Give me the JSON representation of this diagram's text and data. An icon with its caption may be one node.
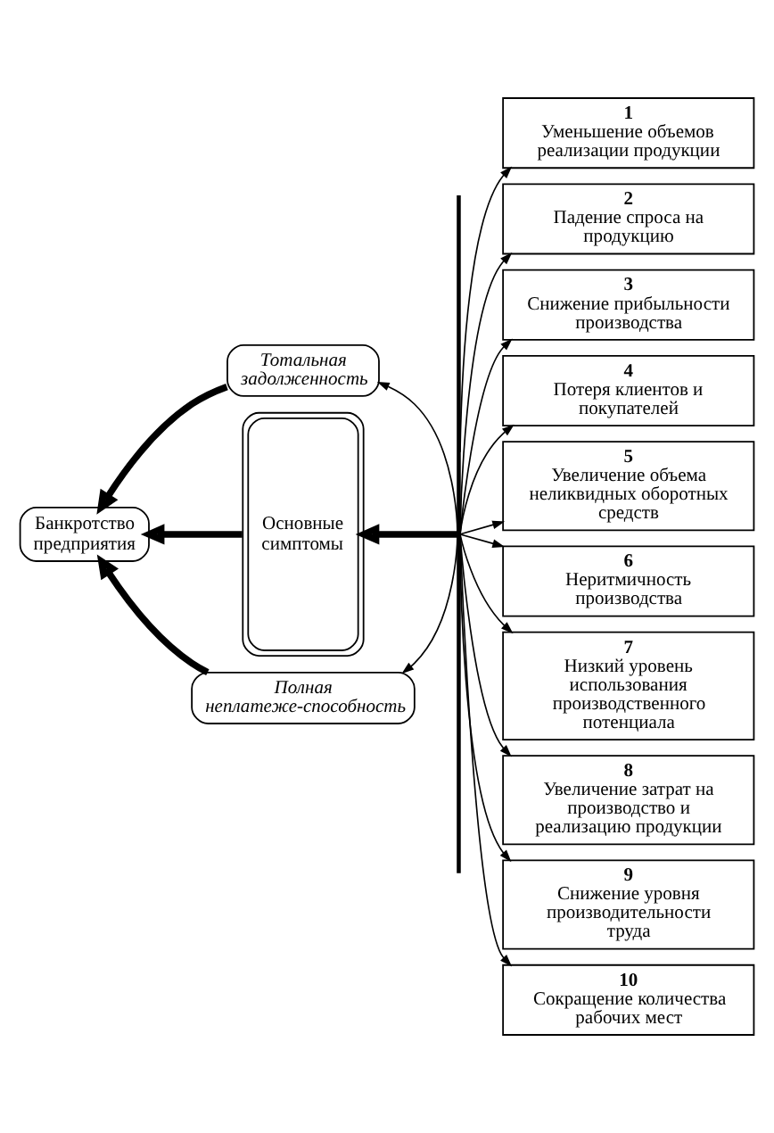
{
  "diagram": {
    "nodes": [
      {
        "text": [
          "Тотальная задолженность"
        ]
      },
      {
        "text": [
          "Банкротство предприятия"
        ]
      },
      {
        "text": [
          "Полная неплатеже-способность"
        ]
      },
      {
        "text": [
          "Основные симптомы"
        ]
      },
      {
        "text": [],
        "shape": "bracket"
      },
      {
        "text": [
          "1",
          "Уменьшение объемов реализации продукции"
        ]
      },
      {
        "text": [
          "2",
          "Падение спроса на продукцию"
        ]
      },
      {
        "text": [
          "3",
          "Снижение прибыльности производства"
        ]
      },
      {
        "text": [
          "4",
          "Потеря клиентов и покупателей"
        ]
      },
      {
        "text": [
          "5",
          "Увеличение объема неликвидных оборотных средств"
        ]
      },
      {
        "text": [
          "6",
          "Неритмичность производства"
        ]
      },
      {
        "text": [
          "7",
          "Низкий уровень использования производственного потенциала"
        ]
      },
      {
        "text": [
          "8",
          "Увеличение затрат на производство и реализацию продукции"
        ]
      },
      {
        "text": [
          "9",
          "Снижение уровня производительности труда"
        ]
      },
      {
        "text": [
          "10",
          "Сокращение количества рабочих мест"
        ]
      }
    ],
    "edges": [
      {
        "from": 4,
        "to": 0,
        "arrow": "to"
      },
      {
        "from": 4,
        "to": 5,
        "arrow": "to"
      },
      {
        "from": 4,
        "to": 6,
        "arrow": "to"
      },
      {
        "from": 4,
        "to": 7,
        "arrow": "to"
      },
      {
        "from": 4,
        "to": 8,
        "arrow": "to"
      },
      {
        "from": 4,
        "to": 9,
        "arrow": "to"
      },
      {
        "from": 4,
        "to": 3,
        "arrow": "to",
        "style": "thick"
      },
      {
        "from": 4,
        "to": 10,
        "arrow": "to"
      },
      {
        "from": 4,
        "to": 11,
        "arrow": "to"
      },
      {
        "from": 4,
        "to": 12,
        "arrow": "to"
      },
      {
        "from": 4,
        "to": 13,
        "arrow": "to"
      },
      {
        "from": 4,
        "to": 14,
        "arrow": "to"
      },
      {
        "from": 4,
        "to": 2,
        "arrow": "to"
      },
      {
        "from": 3,
        "to": 1,
        "arrow": "to",
        "style": "thick"
      },
      {
        "from": 0,
        "to": 1,
        "arrow": "to",
        "style": "thick"
      },
      {
        "from": 2,
        "to": 1,
        "arrow": "to",
        "style": "thick"
      }
    ]
  }
}
